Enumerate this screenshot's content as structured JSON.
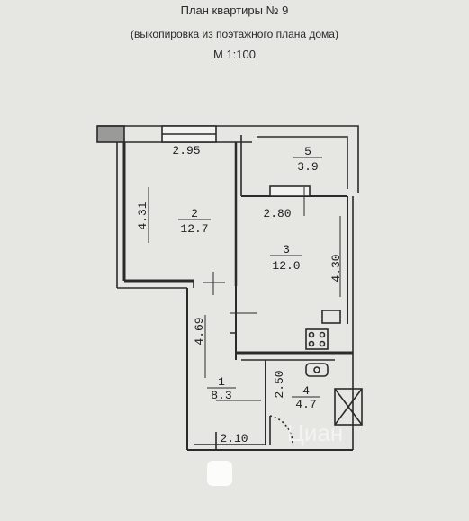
{
  "header": {
    "title": "План квартиры № 9",
    "subtitle": "(выкопировка из поэтажного плана дома)",
    "scale": "М 1:100"
  },
  "rooms": [
    {
      "number": "2",
      "area": "12.7"
    },
    {
      "number": "5",
      "area": "3.9"
    },
    {
      "number": "3",
      "area": "12.0"
    },
    {
      "number": "1",
      "area": "8.3"
    },
    {
      "number": "4",
      "area": "4.7"
    }
  ],
  "dimensions": {
    "room2_width": "2.95",
    "room2_height": "4.31",
    "room3_width": "2.80",
    "room3_height": "4.30",
    "room1_height": "4.69",
    "room1_width": "2.10",
    "room4_height": "2.50"
  },
  "watermark": {
    "text": "Циан"
  },
  "colors": {
    "background": "#e6e7e2",
    "wall": "#2b2b2b",
    "wall_fill": "#8a8a88"
  }
}
